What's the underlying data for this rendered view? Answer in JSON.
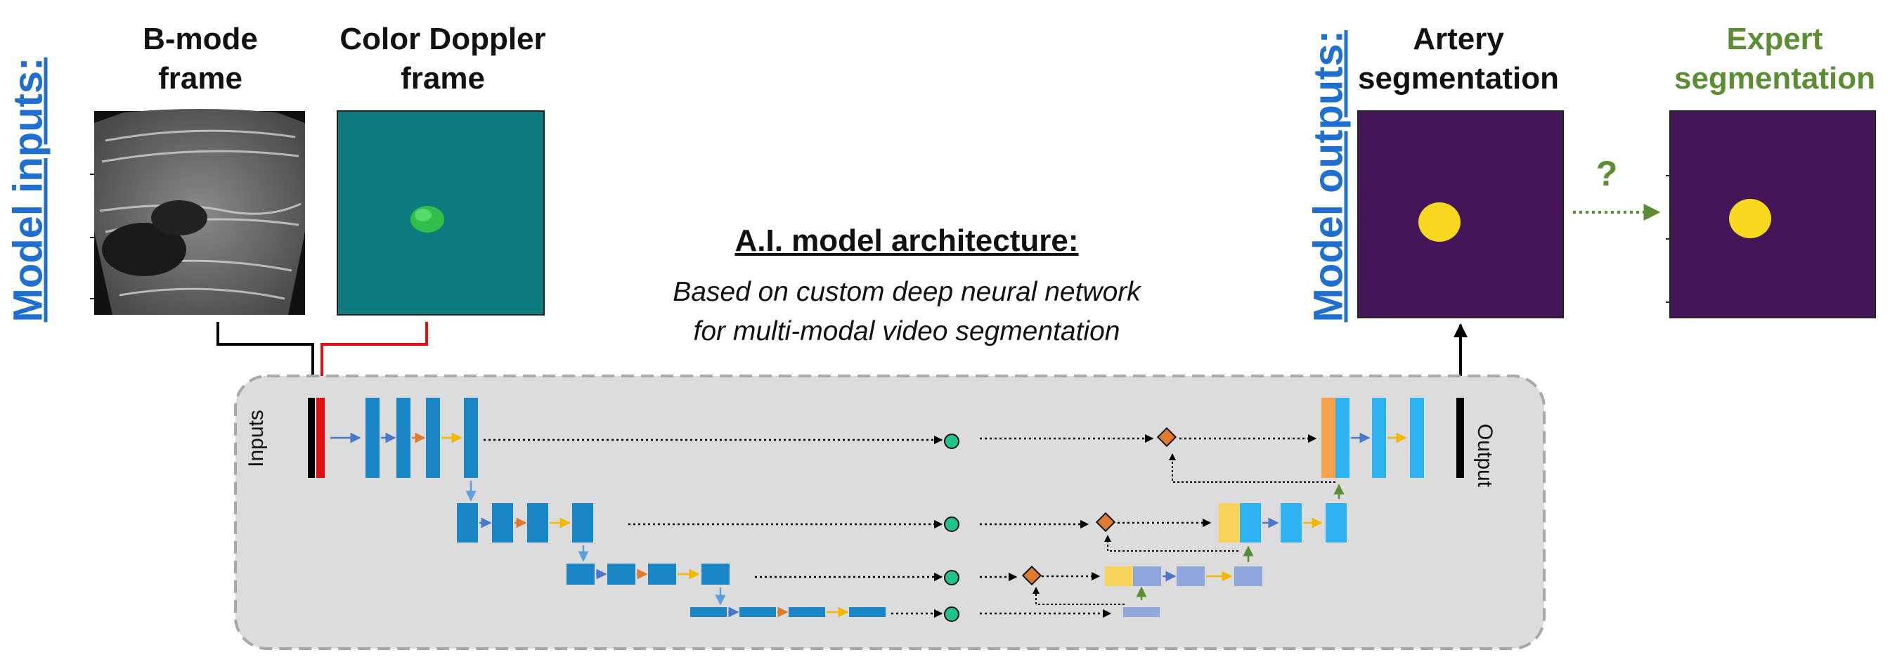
{
  "side_labels": {
    "inputs": "Model inputs:",
    "outputs": "Model outputs:"
  },
  "headers": {
    "bmode_line1": "B-mode",
    "bmode_line2": "frame",
    "doppler_line1": "Color Doppler",
    "doppler_line2": "frame",
    "artery_line1": "Artery",
    "artery_line2": "segmentation",
    "expert_line1": "Expert",
    "expert_line2": "segmentation"
  },
  "architecture": {
    "title": "A.I. model architecture:",
    "subtitle_line1": "Based on custom deep neural network",
    "subtitle_line2": "for multi-modal video segmentation",
    "inputs_label": "Inputs",
    "output_label": "Output"
  },
  "comparison_mark": "?",
  "colors": {
    "label_blue": "#1f6fd1",
    "expert_green": "#5b8e32",
    "encoder_block": "#1a86c6",
    "decoder_block": "#2db3f2",
    "bottleneck_block": "#8fa7dc",
    "skip_node": "#1fc38e",
    "merge_node": "#e07a2f",
    "yellow_block": "#f7d35c",
    "orange_block": "#f5a24a",
    "panel_bg": "#dcdcdc",
    "seg_bg": "#45155a",
    "seg_blob": "#f7d81e",
    "doppler_bg": "#0e7c7e"
  }
}
